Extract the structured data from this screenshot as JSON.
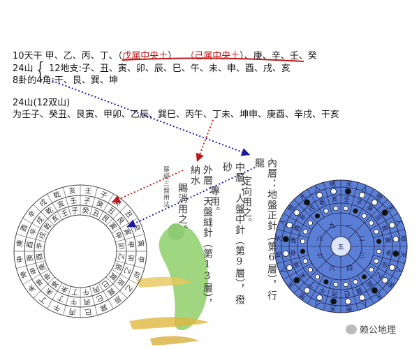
{
  "header": {
    "line1_prefix": "10天干 甲、乙、丙、丁、（",
    "line1_red1": "戊属中央土",
    "line1_mid": "）",
    "line1_red2": "（己属中央土",
    "line1_suffix": "）、庚、辛、壬、癸",
    "line2_label": "24山",
    "line2_text": "12地支:子、丑、寅、卯、辰、巳、午、未、申、酉、戌、亥",
    "line3_text": "8卦的4角:干、艮、巽、坤",
    "section_title": "24山(12双山)",
    "section_text": "为壬子、癸丑、艮寅、甲卯、乙辰、巽巳、丙午、丁未、坤申、庚酉、辛戌、干亥"
  },
  "vertical": {
    "small_caption": "羅經三盤用法",
    "outer": "外層：天盤縫針（第13層），納水",
    "outer_b": "賜消用之。",
    "middle": "中層：人盤中針（第9層），撥砂",
    "middle_b": "專用。",
    "inner": "內層：地盤正針（第6層），行龍",
    "inner_b": "定向用之。"
  },
  "left_ring": {
    "outer": [
      "壬",
      "子",
      "癸",
      "丑",
      "艮",
      "寅",
      "甲",
      "卯",
      "乙",
      "辰",
      "巽",
      "巳",
      "丙",
      "午",
      "丁",
      "未",
      "坤",
      "申",
      "庚",
      "酉",
      "辛",
      "戌",
      "乾",
      "亥"
    ],
    "middle": [
      "子",
      "癸",
      "丑",
      "艮",
      "寅",
      "甲",
      "卯",
      "乙",
      "辰",
      "巽",
      "巳",
      "丙",
      "午",
      "丁",
      "未",
      "坤",
      "申",
      "庚",
      "酉",
      "辛",
      "戌",
      "乾",
      "亥",
      "壬"
    ],
    "inner": [
      "癸",
      "丑",
      "艮",
      "寅",
      "甲",
      "卯",
      "乙",
      "辰",
      "巽",
      "巳",
      "丙",
      "午",
      "丁",
      "未",
      "坤",
      "申",
      "庚",
      "酉",
      "辛",
      "戌",
      "乾",
      "亥",
      "壬",
      "子"
    ]
  },
  "right_disk": {
    "center": "五",
    "ring1": [
      "一",
      "二",
      "三",
      "四",
      "六",
      "七",
      "八",
      "九"
    ],
    "ring_outer": [
      "天",
      "人",
      "地",
      "天",
      "人",
      "地",
      "天",
      "人",
      "地",
      "天",
      "人",
      "地",
      "天",
      "人",
      "地",
      "天",
      "人",
      "地",
      "天",
      "人",
      "地",
      "天",
      "人",
      "地"
    ],
    "ring_mid": [
      "壬",
      "子",
      "癸",
      "丑",
      "艮",
      "寅",
      "甲",
      "卯",
      "乙",
      "辰",
      "巽",
      "巳",
      "丙",
      "午",
      "丁",
      "未",
      "坤",
      "申",
      "庚",
      "酉",
      "辛",
      "戌",
      "乾",
      "亥"
    ]
  },
  "watermark": {
    "text": "赖公地理"
  },
  "colors": {
    "red_arrow": "#c01818",
    "blue_arrow": "#1a1aa0",
    "disk_blue": "#5b7fd6",
    "green_figure": "#8fcf6a"
  }
}
